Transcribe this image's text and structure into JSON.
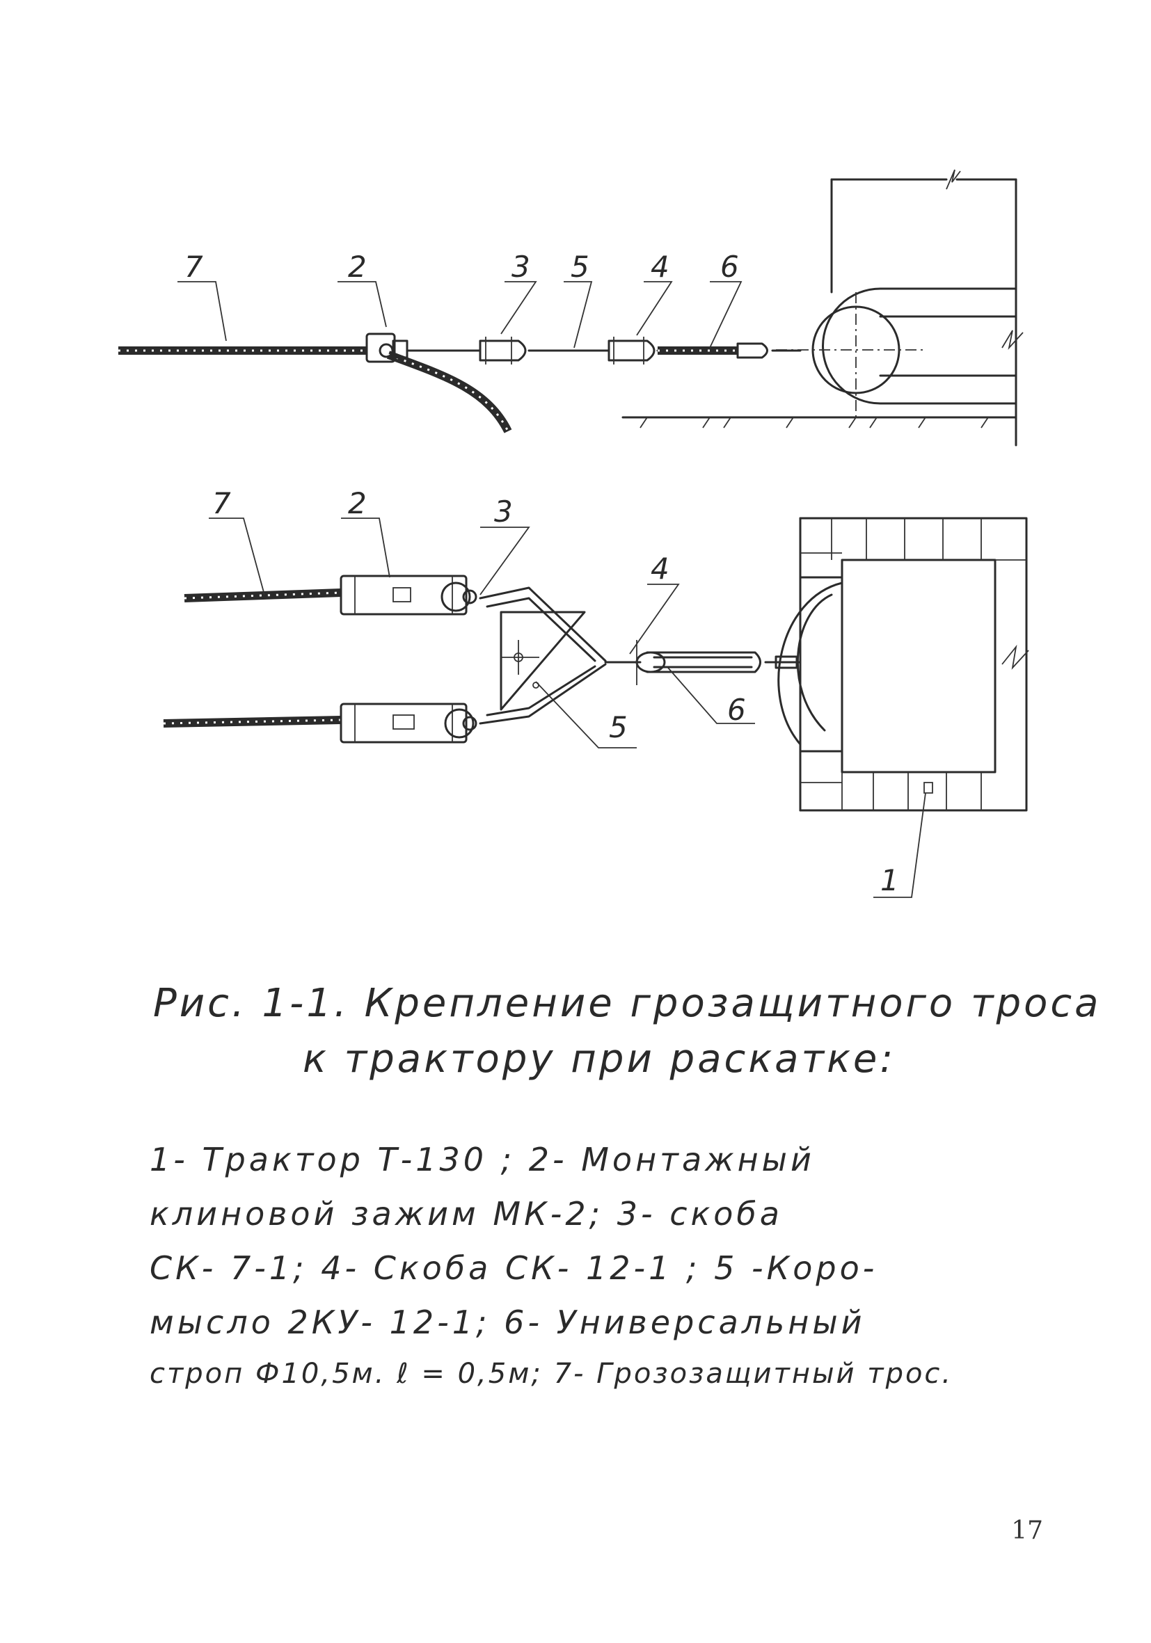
{
  "figure": {
    "top_view_labels": [
      "7",
      "2",
      "3",
      "5",
      "4",
      "6"
    ],
    "front_view_labels": [
      "7",
      "2",
      "3",
      "4",
      "5",
      "6",
      "1"
    ]
  },
  "caption": {
    "title_line1": "Рис. 1-1.  Крепление  грозащитного  троса",
    "title_line2": "к  трактору  при  раскатке:",
    "legend_lines": [
      "1- Трактор Т-130 ;   2-  Монтажный",
      "клиновой   зажим   МК-2;   3- скоба",
      "СК- 7-1;    4- Скоба  СК- 12-1 ;   5 -Коро-",
      "мысло  2КУ- 12-1;   6- Универсальный",
      "строп  Ф10,5м. ℓ = 0,5м;  7- Грозозащитный трос."
    ]
  },
  "page_number": "17"
}
